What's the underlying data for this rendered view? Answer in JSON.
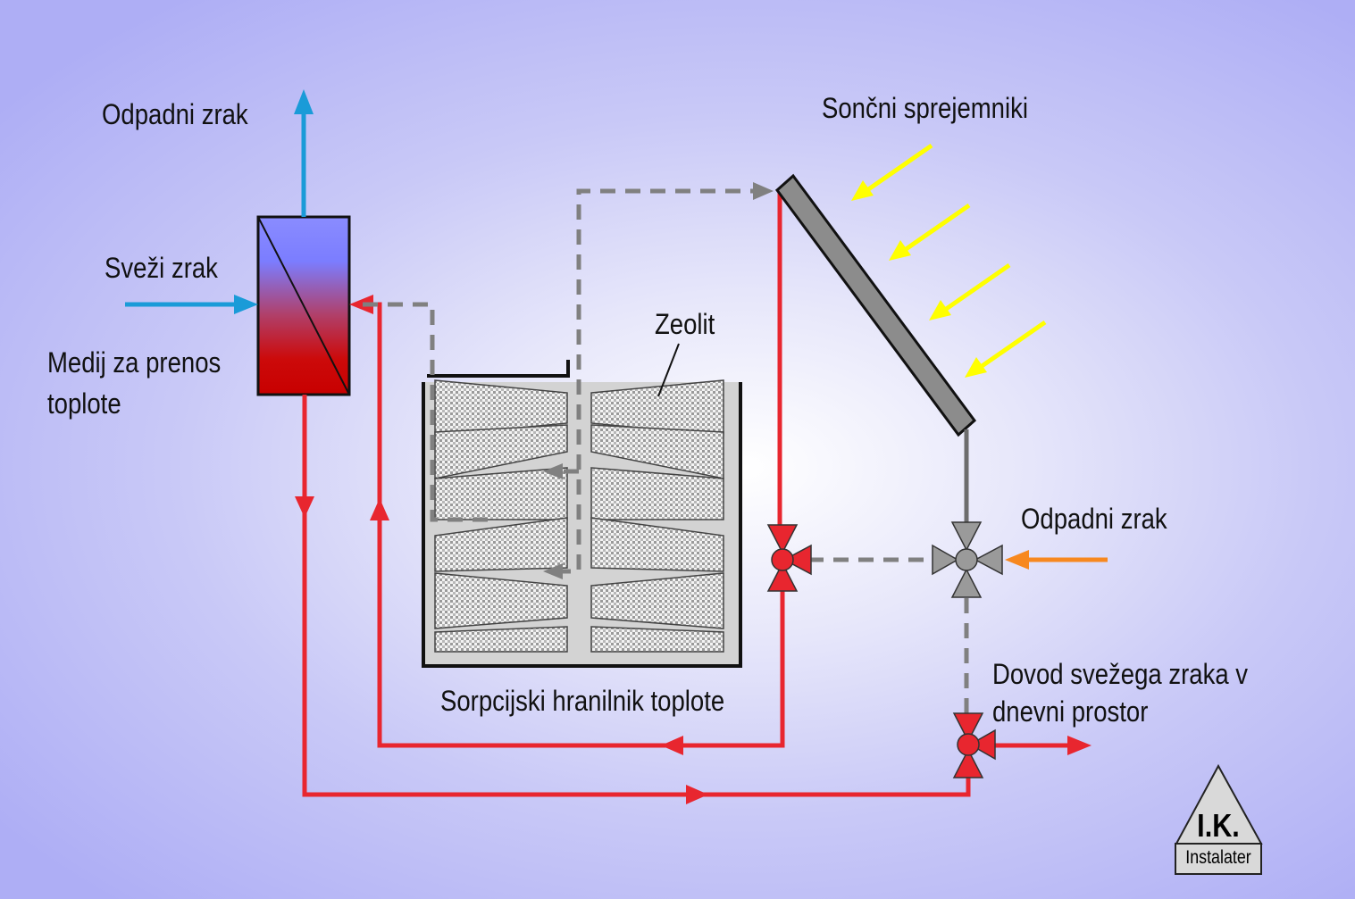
{
  "labels": {
    "exhaust_air_top": "Odpadni zrak",
    "fresh_air": "Sveži zrak",
    "heat_medium_line1": "Medij za prenos",
    "heat_medium_line2": "toplote",
    "solar_collectors": "Sončni sprejemniki",
    "zeolite": "Zeolit",
    "storage": "Sorpcijski hranilnik toplote",
    "exhaust_air_right": "Odpadni zrak",
    "fresh_air_supply_line1": "Dovod svežega zraka v",
    "fresh_air_supply_line2": "dnevni prostor"
  },
  "logo": {
    "title": "I.K.",
    "subtitle": "Instalater"
  },
  "colors": {
    "hot_pipe": "#e8262f",
    "fresh_air_arrow": "#1a9bd8",
    "exhaust_arrow": "#f7881f",
    "sun_rays": "#ffff00",
    "dashed_line": "#808080",
    "collector": "#8c8c8c"
  }
}
